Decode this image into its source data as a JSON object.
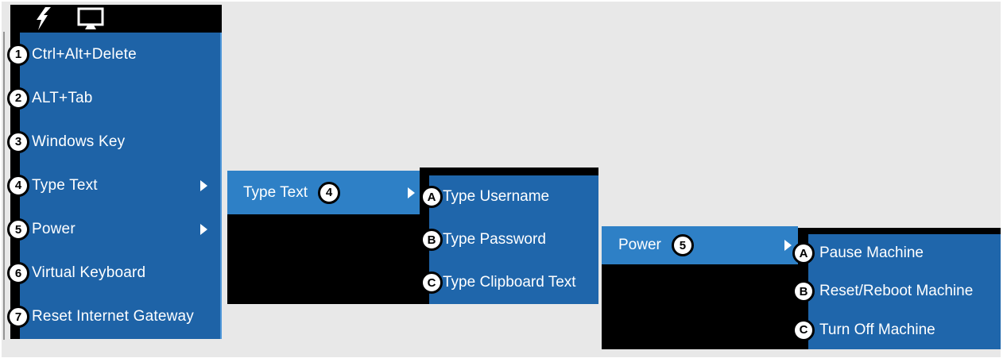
{
  "toolbar": {
    "icons": [
      {
        "name": "lightning-icon"
      },
      {
        "name": "monitor-icon"
      }
    ]
  },
  "main_menu": {
    "items": [
      {
        "badge": "1",
        "label": "Ctrl+Alt+Delete",
        "has_submenu": false
      },
      {
        "badge": "2",
        "label": "ALT+Tab",
        "has_submenu": false
      },
      {
        "badge": "3",
        "label": "Windows Key",
        "has_submenu": false
      },
      {
        "badge": "4",
        "label": "Type Text",
        "has_submenu": true
      },
      {
        "badge": "5",
        "label": "Power",
        "has_submenu": true
      },
      {
        "badge": "6",
        "label": "Virtual Keyboard",
        "has_submenu": false
      },
      {
        "badge": "7",
        "label": "Reset Internet Gateway",
        "has_submenu": false
      }
    ]
  },
  "type_text_submenu": {
    "trigger": {
      "badge": "4",
      "label": "Type Text"
    },
    "items": [
      {
        "badge": "A",
        "label": "Type Username"
      },
      {
        "badge": "B",
        "label": "Type Password"
      },
      {
        "badge": "C",
        "label": "Type Clipboard Text"
      }
    ]
  },
  "power_submenu": {
    "trigger": {
      "badge": "5",
      "label": "Power"
    },
    "items": [
      {
        "badge": "A",
        "label": "Pause Machine"
      },
      {
        "badge": "B",
        "label": "Reset/Reboot Machine"
      },
      {
        "badge": "C",
        "label": "Turn Off Machine"
      }
    ]
  },
  "colors": {
    "menu_blue": "#1e63a7",
    "highlight_blue": "#2e80c6",
    "flyout_blue": "#1f66ab",
    "menu_black": "#000000",
    "page_background": "#e8e8e8",
    "text": "#ffffff"
  }
}
